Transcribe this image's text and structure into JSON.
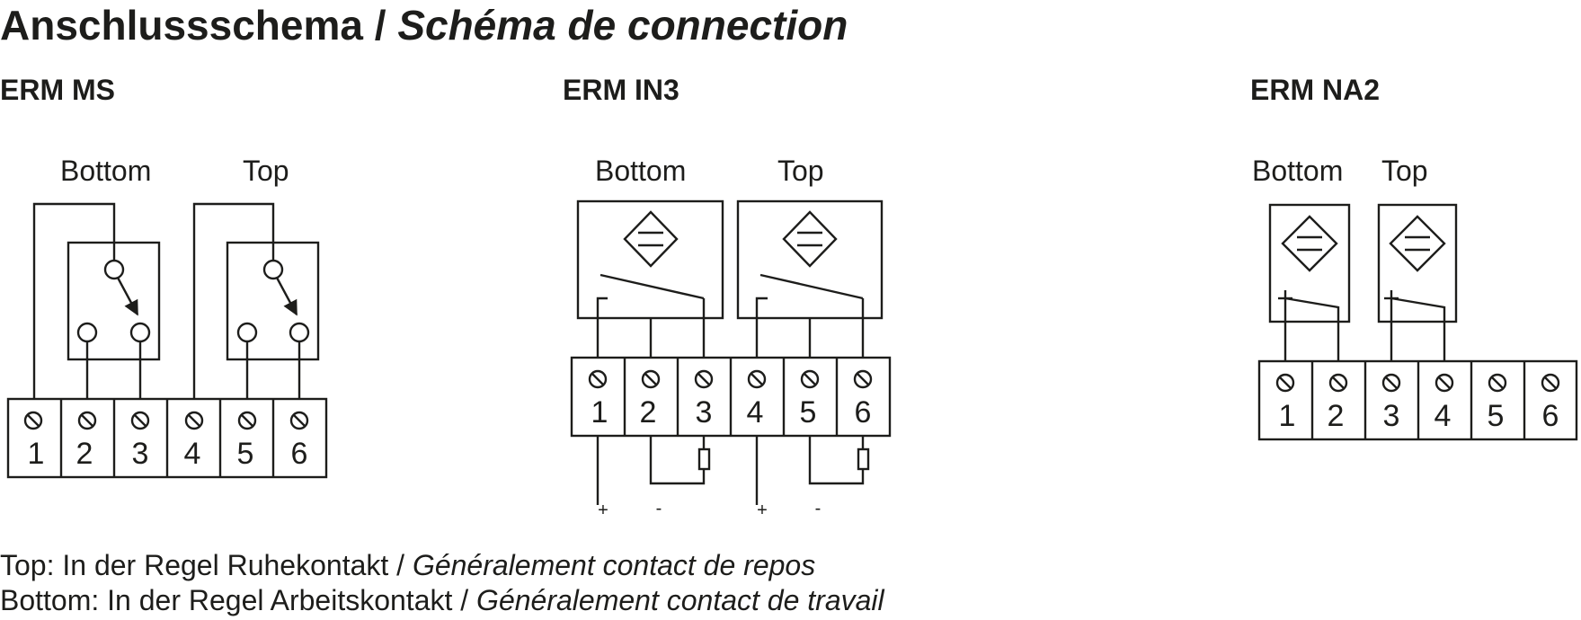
{
  "title": {
    "de": "Anschlussschema",
    "separator": " / ",
    "fr": "Schéma de connection"
  },
  "schematics": [
    {
      "name": "ERM MS",
      "bottom": "Bottom",
      "top": "Top",
      "terminals": [
        "1",
        "2",
        "3",
        "4",
        "5",
        "6"
      ]
    },
    {
      "name": "ERM IN3",
      "bottom": "Bottom",
      "top": "Top",
      "terminals": [
        "1",
        "2",
        "3",
        "4",
        "5",
        "6"
      ],
      "polarity": [
        "+",
        "-",
        "+",
        "-"
      ]
    },
    {
      "name": "ERM NA2",
      "bottom": "Bottom",
      "top": "Top",
      "terminals": [
        "1",
        "2",
        "3",
        "4",
        "5",
        "6"
      ]
    }
  ],
  "legend": {
    "top_de": "Top: In der Regel Ruhekontakt / ",
    "top_fr": "Généralement contact de repos",
    "bottom_de": "Bottom: In der Regel Arbeitskontakt / ",
    "bottom_fr": "Généralement contact de travail"
  }
}
